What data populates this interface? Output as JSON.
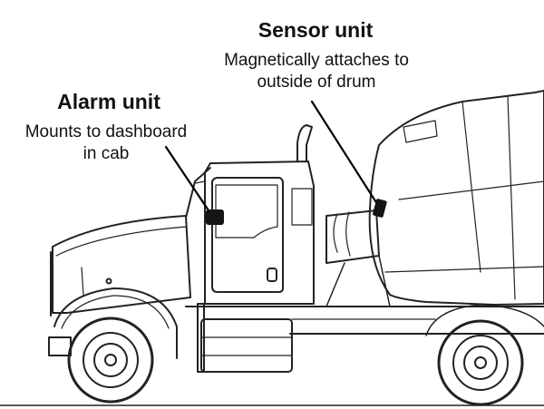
{
  "labels": {
    "sensor": {
      "title": "Sensor unit",
      "desc_line1": "Magnetically attaches to",
      "desc_line2": "outside of drum"
    },
    "alarm": {
      "title": "Alarm unit",
      "desc_line1": "Mounts to dashboard",
      "desc_line2": "in cab"
    }
  },
  "colors": {
    "ink": "#111111",
    "unit": "#151515",
    "background": "#ffffff"
  },
  "icons": [
    "truck-drawing",
    "sensor-device",
    "alarm-device"
  ]
}
